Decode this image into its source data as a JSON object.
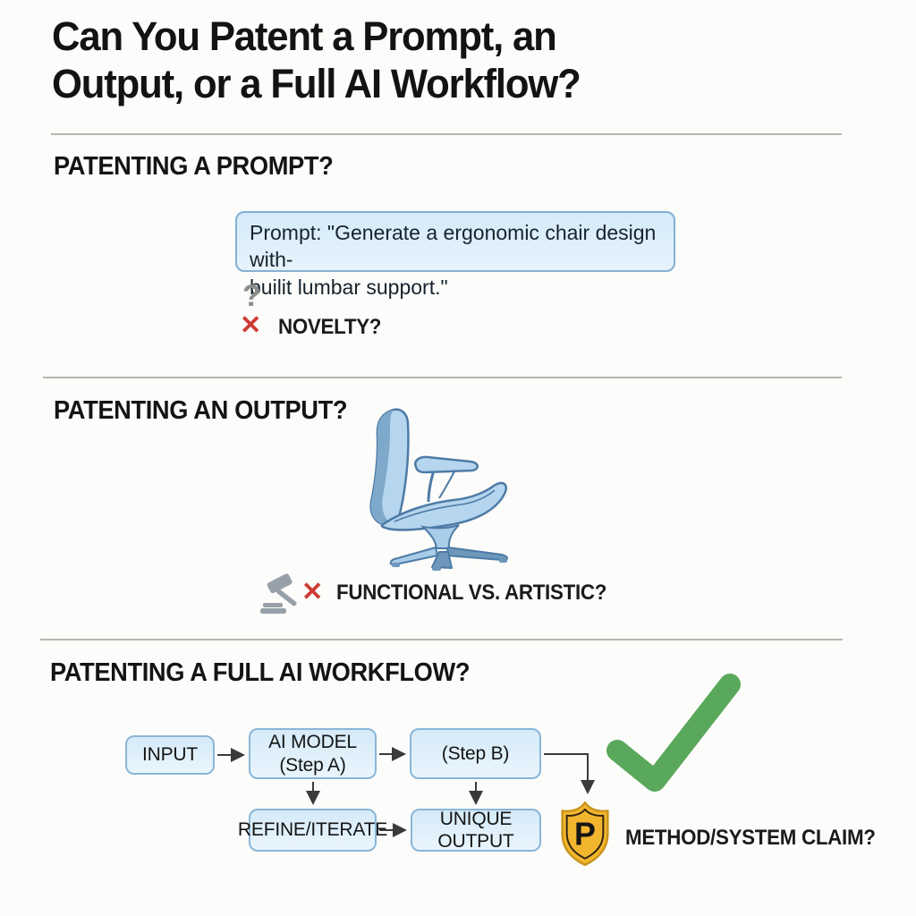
{
  "title": {
    "line1": "Can You Patent a Prompt, an",
    "line2": "Output, or a Full AI Workflow?"
  },
  "section_prompt": {
    "heading": "PATENTING A PROMPT?",
    "prompt_line1": "Prompt: \"Generate a ergonomic chair design with-",
    "prompt_line2": "builit lumbar support.\"",
    "question_mark": "?",
    "x_mark": "✕",
    "label": "NOVELTY?"
  },
  "section_output": {
    "heading": "PATENTING AN OUTPUT?",
    "x_mark": "✕",
    "label": "FUNCTIONAL VS. ARTISTIC?"
  },
  "section_workflow": {
    "heading": "PATENTING A FULL AI WORKFLOW?",
    "node_input": "INPUT",
    "node_ai_model_line1": "AI MODEL",
    "node_ai_model_line2": "(Step A)",
    "node_step_b": "(Step B)",
    "node_refine": "REFINE/ITERATE",
    "node_unique_output": "UNIQUE OUTPUT",
    "shield_letter": "P",
    "label": "METHOD/SYSTEM CLAIM?"
  },
  "colors": {
    "background": "#fcfcfa",
    "divider_gray": "#b7b5b1",
    "box_fill_blue": "#d9ecf9",
    "box_border_blue": "#86b2d6",
    "x_red": "#cd3b34",
    "question_gray": "#8d8d8d",
    "gavel_gray": "#97a0a8",
    "check_green": "#5aa85c",
    "shield_gold": "#f2b52e",
    "shield_outline": "#c8941c",
    "chair_blue": "#b5d6ee",
    "chair_shade": "#7fa9cb",
    "chair_outline": "#4d7ba6",
    "arrow_dark": "#3a3a3a"
  }
}
